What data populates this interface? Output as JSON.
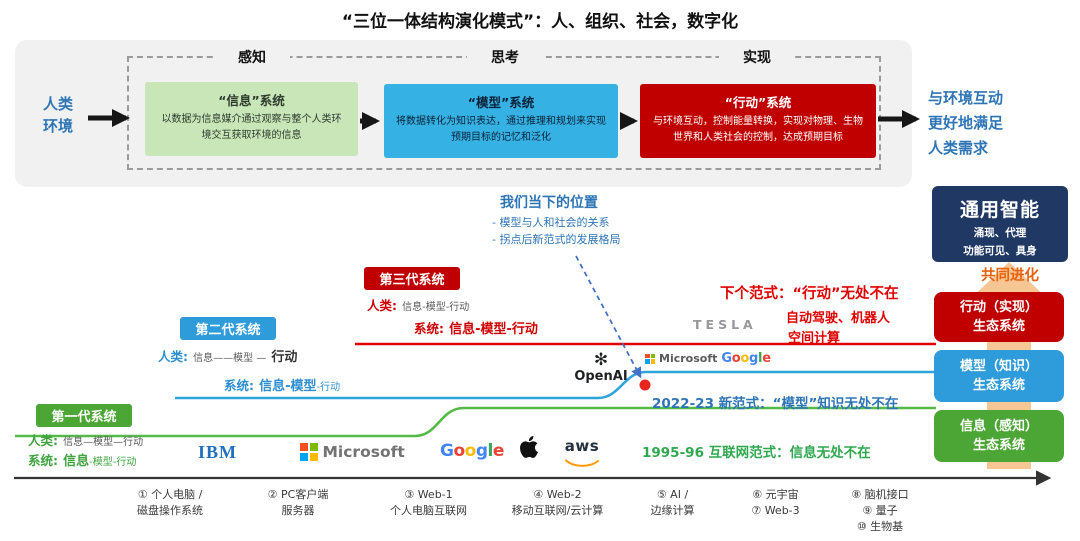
{
  "title": "“三位一体结构演化模式”：人、组织、社会，数字化",
  "flow": {
    "env_line1": "人类",
    "env_line2": "环境",
    "stage_headers": [
      "感知",
      "思考",
      "实现"
    ],
    "stages": [
      {
        "title": "“信息”系统",
        "text": "以数据为信息媒介通过观察与整个人类环境交互获取环境的信息"
      },
      {
        "title": "“模型”系统",
        "text": "将数据转化为知识表达，通过推理和规划来实现预期目标的记忆和泛化"
      },
      {
        "title": "“行动”系统",
        "text": "与环境互动，控制能量转换，实现对物理、生物世界和人类社会的控制，达成预期目标"
      }
    ],
    "outcome_lines": [
      "与环境互动",
      "更好地满足",
      "人类需求"
    ]
  },
  "right_panel": {
    "agi_title": "通用智能",
    "agi_sub1": "涌现、代理",
    "agi_sub2": "功能可见、具身",
    "coevolution": "共同进化",
    "ecosystems": [
      {
        "line1": "行动（实现）",
        "line2": "生态系统"
      },
      {
        "line1": "模型（知识）",
        "line2": "生态系统"
      },
      {
        "line1": "信息（感知）",
        "line2": "生态系统"
      }
    ]
  },
  "generations": [
    {
      "name": "第一代系统",
      "human_label": "人类:",
      "human_small": "信息—模型—行动",
      "human_strong": "",
      "system_label": "系统:",
      "system_strong": "信息",
      "system_small": "-模型-行动"
    },
    {
      "name": "第二代系统",
      "human_label": "人类:",
      "human_small": "信息——模型 —",
      "human_strong": "行动",
      "system_label": "系统:",
      "system_strong": "信息-模型",
      "system_small": "-行动"
    },
    {
      "name": "第三代系统",
      "human_label": "人类:",
      "human_small": "信息-模型-行动",
      "human_strong": "",
      "system_label": "系统:",
      "system_strong": "信息-模型-行动",
      "system_small": ""
    }
  ],
  "annotations": {
    "current_title": "我们当下的位置",
    "current_b1": "- 模型与人和社会的关系",
    "current_b2": "- 拐点后新范式的发展格局",
    "next_paradigm": "下个范式：“行动”无处不在",
    "next_sub1": "自动驾驶、机器人",
    "next_sub2": "空间计算",
    "model_paradigm": "2022-23 新范式：“模型”知识无处不在",
    "internet_paradigm": "1995-96 互联网范式：信息无处不在"
  },
  "logos": {
    "ibm": "IBM",
    "microsoft": "Microsoft",
    "google_letters": [
      "G",
      "o",
      "o",
      "g",
      "l",
      "e"
    ],
    "aws": "aws",
    "openai": "OpenAI",
    "openai_icon": "✻",
    "microsoft_small": "Microsoft",
    "tesla": "TESLA"
  },
  "axis_items": [
    {
      "l1": "① 个人电脑 /",
      "l2": "磁盘操作系统",
      "l3": ""
    },
    {
      "l1": "② PC客户端",
      "l2": "服务器",
      "l3": ""
    },
    {
      "l1": "③ Web-1",
      "l2": "个人电脑互联网",
      "l3": ""
    },
    {
      "l1": "④ Web-2",
      "l2": "移动互联网/云计算",
      "l3": ""
    },
    {
      "l1": "⑤ AI /",
      "l2": "边缘计算",
      "l3": ""
    },
    {
      "l1": "⑥ 元宇宙",
      "l2": "⑦ Web-3",
      "l3": ""
    },
    {
      "l1": "⑧ 脑机接口",
      "l2": "⑨ 量子",
      "l3": "⑩ 生物基"
    }
  ],
  "colors": {
    "green_line": "#54B948",
    "blue_line": "#2FA3DC",
    "red_line": "#E00000",
    "navy": "#1F3864",
    "orange_arrow": "#F7C38F",
    "accent_blue_text": "#2E75B6",
    "box_red": "#C00000"
  }
}
